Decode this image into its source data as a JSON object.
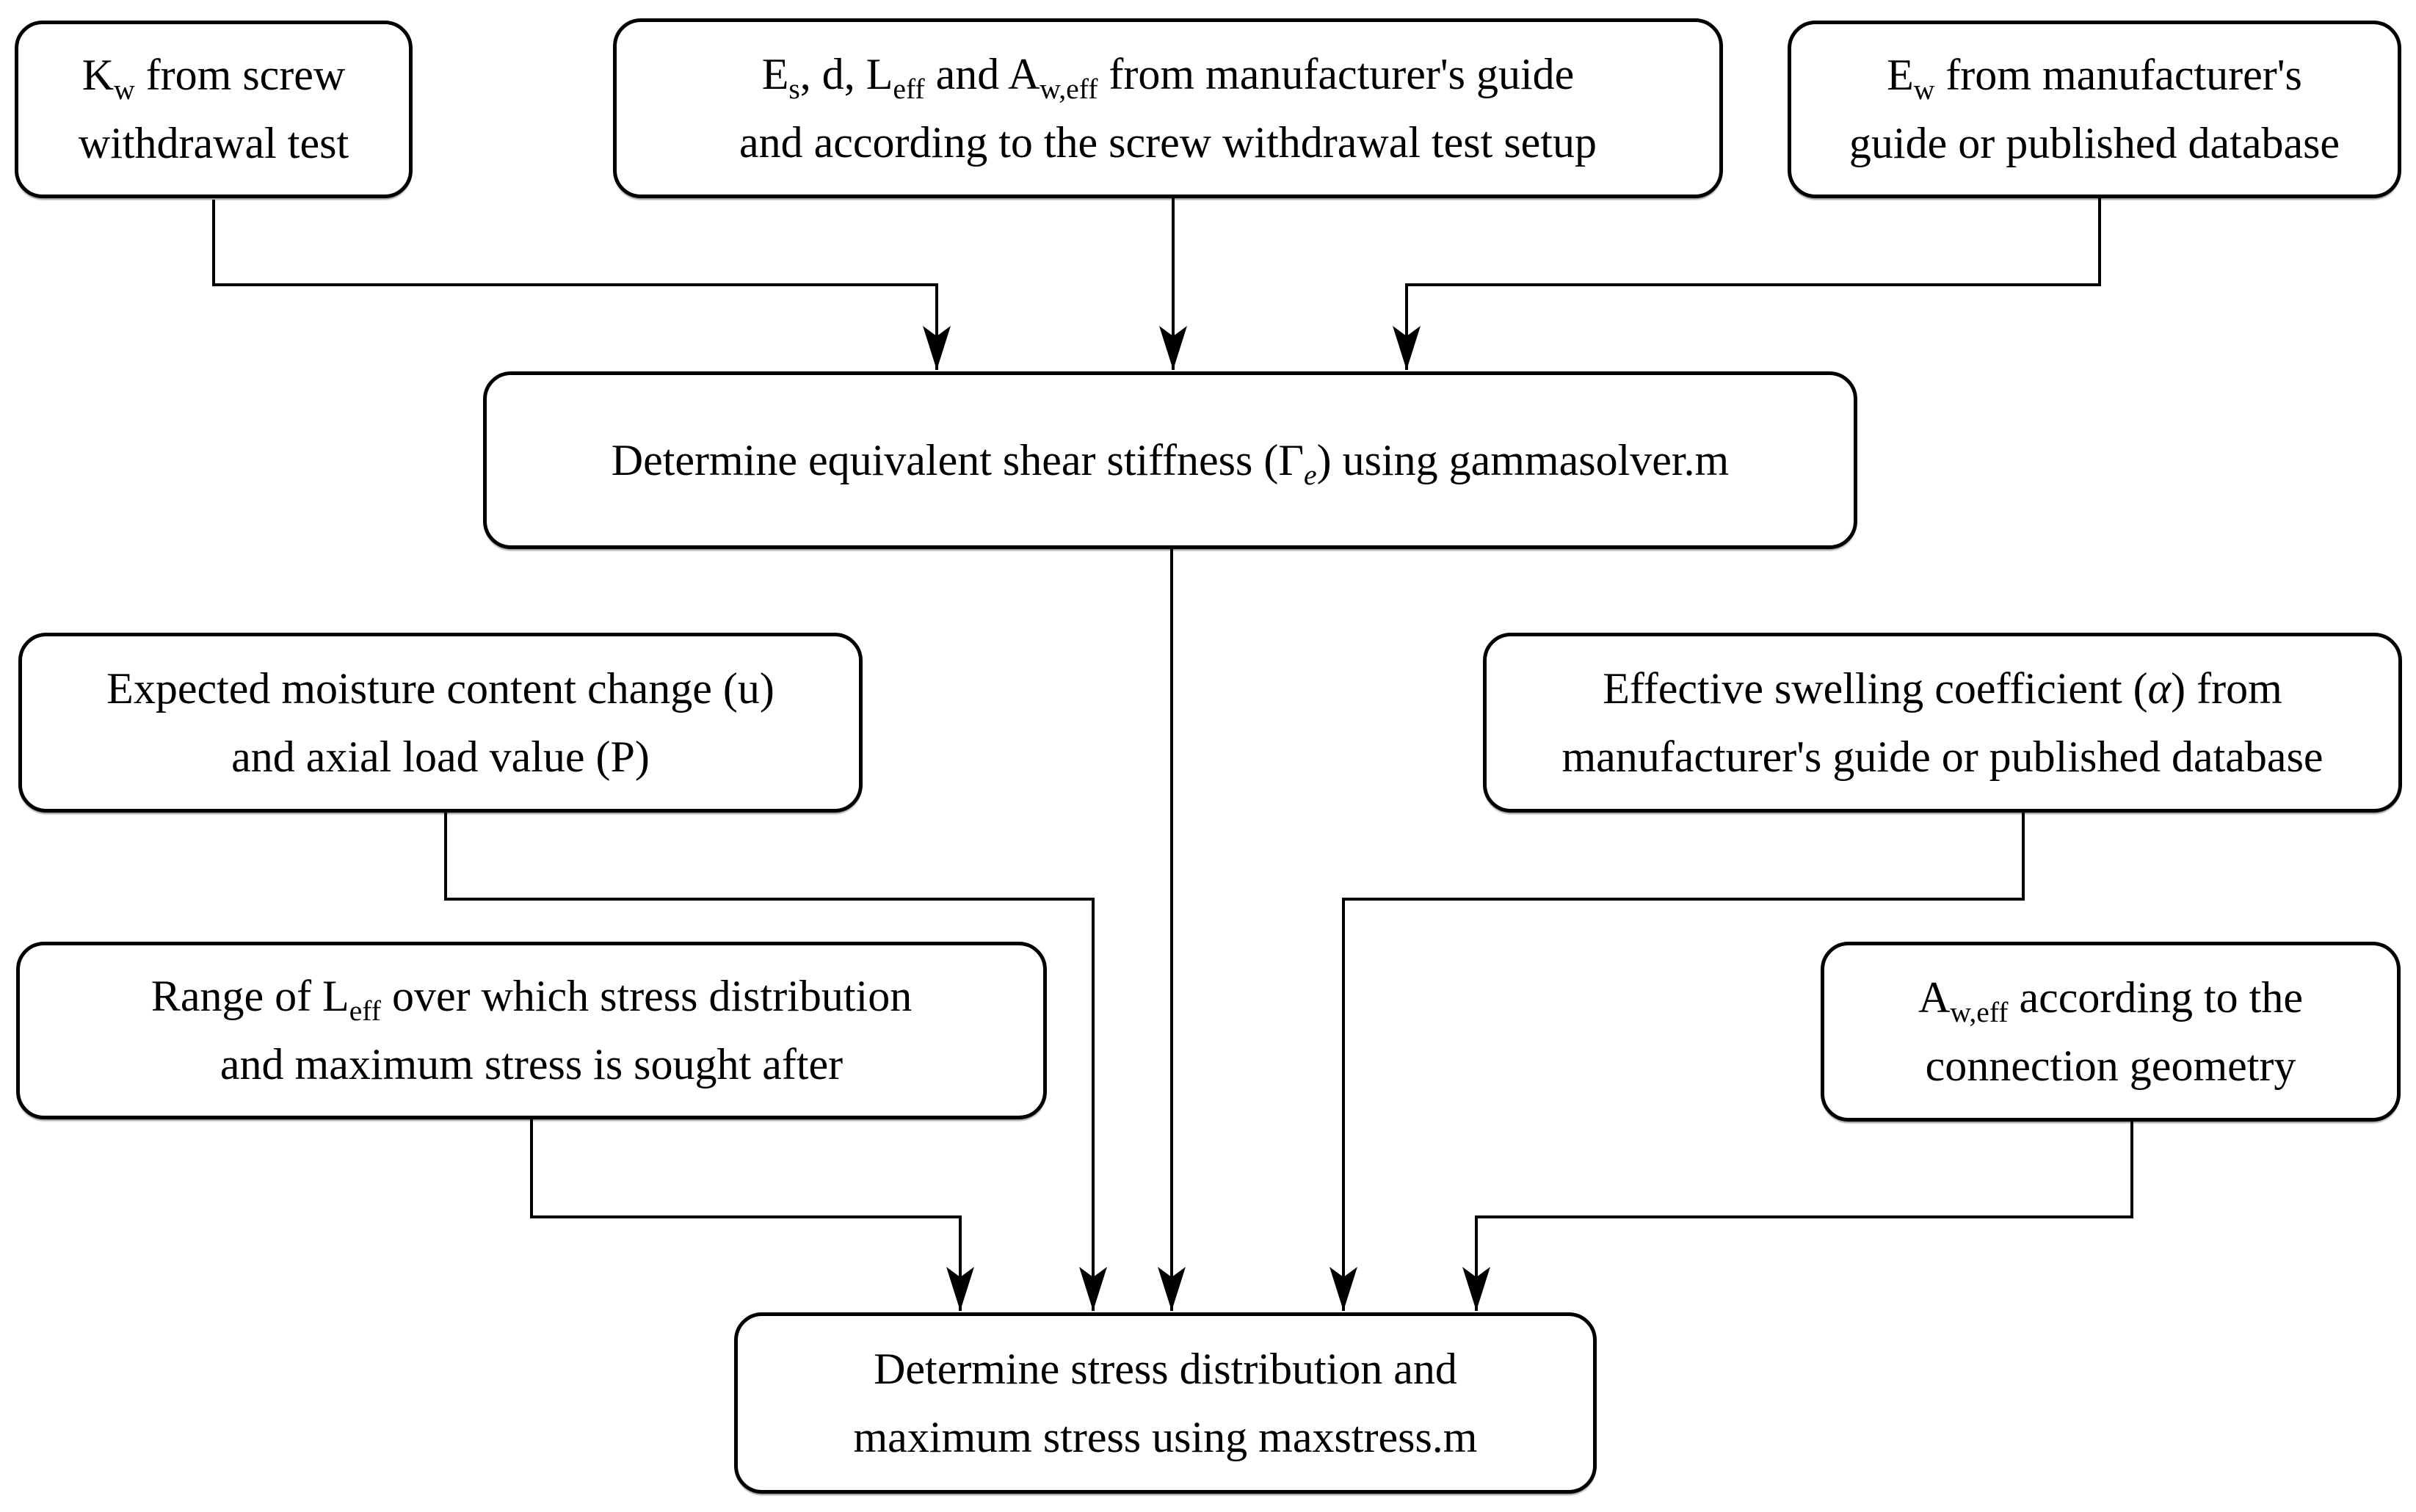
{
  "diagram": {
    "colors": {
      "background": "#ffffff",
      "box_fill": "#ffffff",
      "box_border": "#000000",
      "text": "#000000",
      "connector": "#000000"
    },
    "nodes": {
      "kw": {
        "lines": [
          [
            {
              "t": "K"
            },
            {
              "t": "w",
              "sub": true
            },
            {
              "t": " from screw"
            }
          ],
          [
            {
              "t": "withdrawal test"
            }
          ]
        ]
      },
      "params": {
        "lines": [
          [
            {
              "t": "E"
            },
            {
              "t": "s",
              "sub": true
            },
            {
              "t": ", d, L"
            },
            {
              "t": "eff",
              "sub": true
            },
            {
              "t": " and A"
            },
            {
              "t": "w,eff",
              "sub": true
            },
            {
              "t": " from manufacturer's guide"
            }
          ],
          [
            {
              "t": "and according to the screw withdrawal test setup"
            }
          ]
        ]
      },
      "ew": {
        "lines": [
          [
            {
              "t": "E"
            },
            {
              "t": "w",
              "sub": true
            },
            {
              "t": " from manufacturer's"
            }
          ],
          [
            {
              "t": "guide or published database"
            }
          ]
        ]
      },
      "gamma": {
        "lines": [
          [
            {
              "t": "Determine equivalent shear stiffness (Γ"
            },
            {
              "t": "e",
              "sub": true,
              "it": true
            },
            {
              "t": ") using gammasolver.m"
            }
          ]
        ]
      },
      "moisture": {
        "lines": [
          [
            {
              "t": "Expected moisture content change (u)"
            }
          ],
          [
            {
              "t": "and axial load value (P)"
            }
          ]
        ]
      },
      "swelling": {
        "lines": [
          [
            {
              "t": "Effective swelling coefficient ("
            },
            {
              "t": "α",
              "it": true
            },
            {
              "t": ") from"
            }
          ],
          [
            {
              "t": "manufacturer's guide or published database"
            }
          ]
        ]
      },
      "range": {
        "lines": [
          [
            {
              "t": "Range of L"
            },
            {
              "t": "eff",
              "sub": true
            },
            {
              "t": " over which stress distribution"
            }
          ],
          [
            {
              "t": "and maximum stress is sought after"
            }
          ]
        ]
      },
      "aweff": {
        "lines": [
          [
            {
              "t": "A"
            },
            {
              "t": "w,eff",
              "sub": true
            },
            {
              "t": "  according to the"
            }
          ],
          [
            {
              "t": "connection geometry"
            }
          ]
        ]
      },
      "maxstress": {
        "lines": [
          [
            {
              "t": "Determine stress distribution and"
            }
          ],
          [
            {
              "t": "maximum stress using maxstress.m"
            }
          ]
        ]
      }
    },
    "edges": [
      {
        "from": "kw",
        "to": "gamma"
      },
      {
        "from": "params",
        "to": "gamma"
      },
      {
        "from": "ew",
        "to": "gamma"
      },
      {
        "from": "gamma",
        "to": "maxstress"
      },
      {
        "from": "moisture",
        "to": "maxstress"
      },
      {
        "from": "swelling",
        "to": "maxstress"
      },
      {
        "from": "range",
        "to": "maxstress"
      },
      {
        "from": "aweff",
        "to": "maxstress"
      }
    ]
  }
}
